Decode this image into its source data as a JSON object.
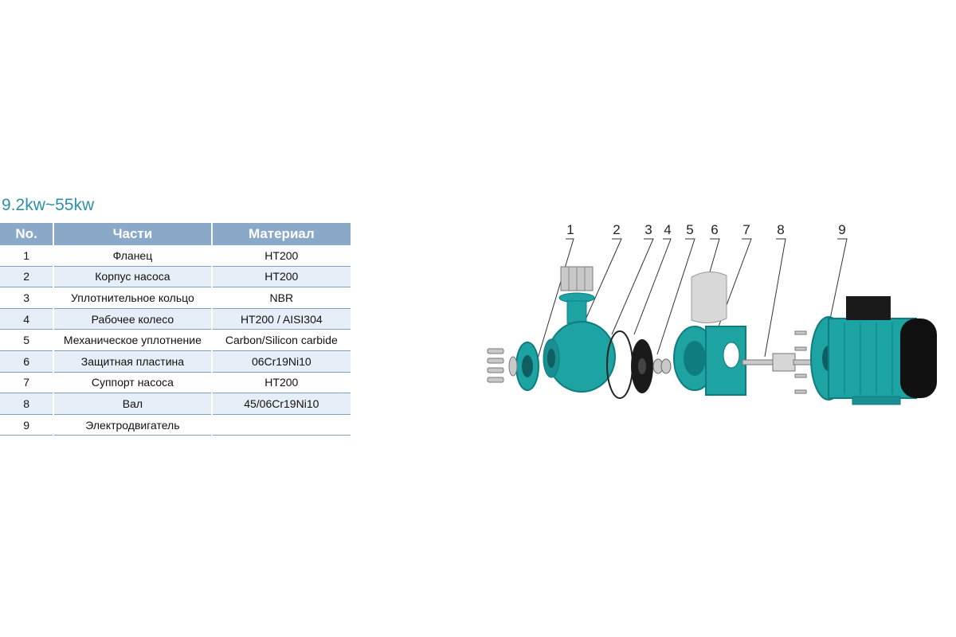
{
  "title": "9.2kw~55kw",
  "table": {
    "headers": [
      "No.",
      "Части",
      "Материал"
    ],
    "rows": [
      {
        "no": "1",
        "part": "Фланец",
        "material": "HT200"
      },
      {
        "no": "2",
        "part": "Корпус насоса",
        "material": "HT200"
      },
      {
        "no": "3",
        "part": "Уплотнительное кольцо",
        "material": "NBR"
      },
      {
        "no": "4",
        "part": "Рабочее колесо",
        "material": "HT200 / AISI304"
      },
      {
        "no": "5",
        "part": "Механическое уплотнение",
        "material": "Carbon/Silicon carbide"
      },
      {
        "no": "6",
        "part": "Защитная пластина",
        "material": "06Cr19Ni10"
      },
      {
        "no": "7",
        "part": "Суппорт насоса",
        "material": "HT200"
      },
      {
        "no": "8",
        "part": "Вал",
        "material": "45/06Cr19Ni10"
      },
      {
        "no": "9",
        "part": "Электродвигатель",
        "material": ""
      }
    ]
  },
  "diagram": {
    "callouts": [
      "1",
      "2",
      "3",
      "4",
      "5",
      "6",
      "7",
      "8",
      "9"
    ],
    "colors": {
      "body": "#1ea3a3",
      "body_dark": "#0f7c80",
      "seal": "#1a1a1a",
      "steel": "#c9c9c9",
      "motor_end": "#111111",
      "table_header": "#8aa9c8"
    }
  }
}
